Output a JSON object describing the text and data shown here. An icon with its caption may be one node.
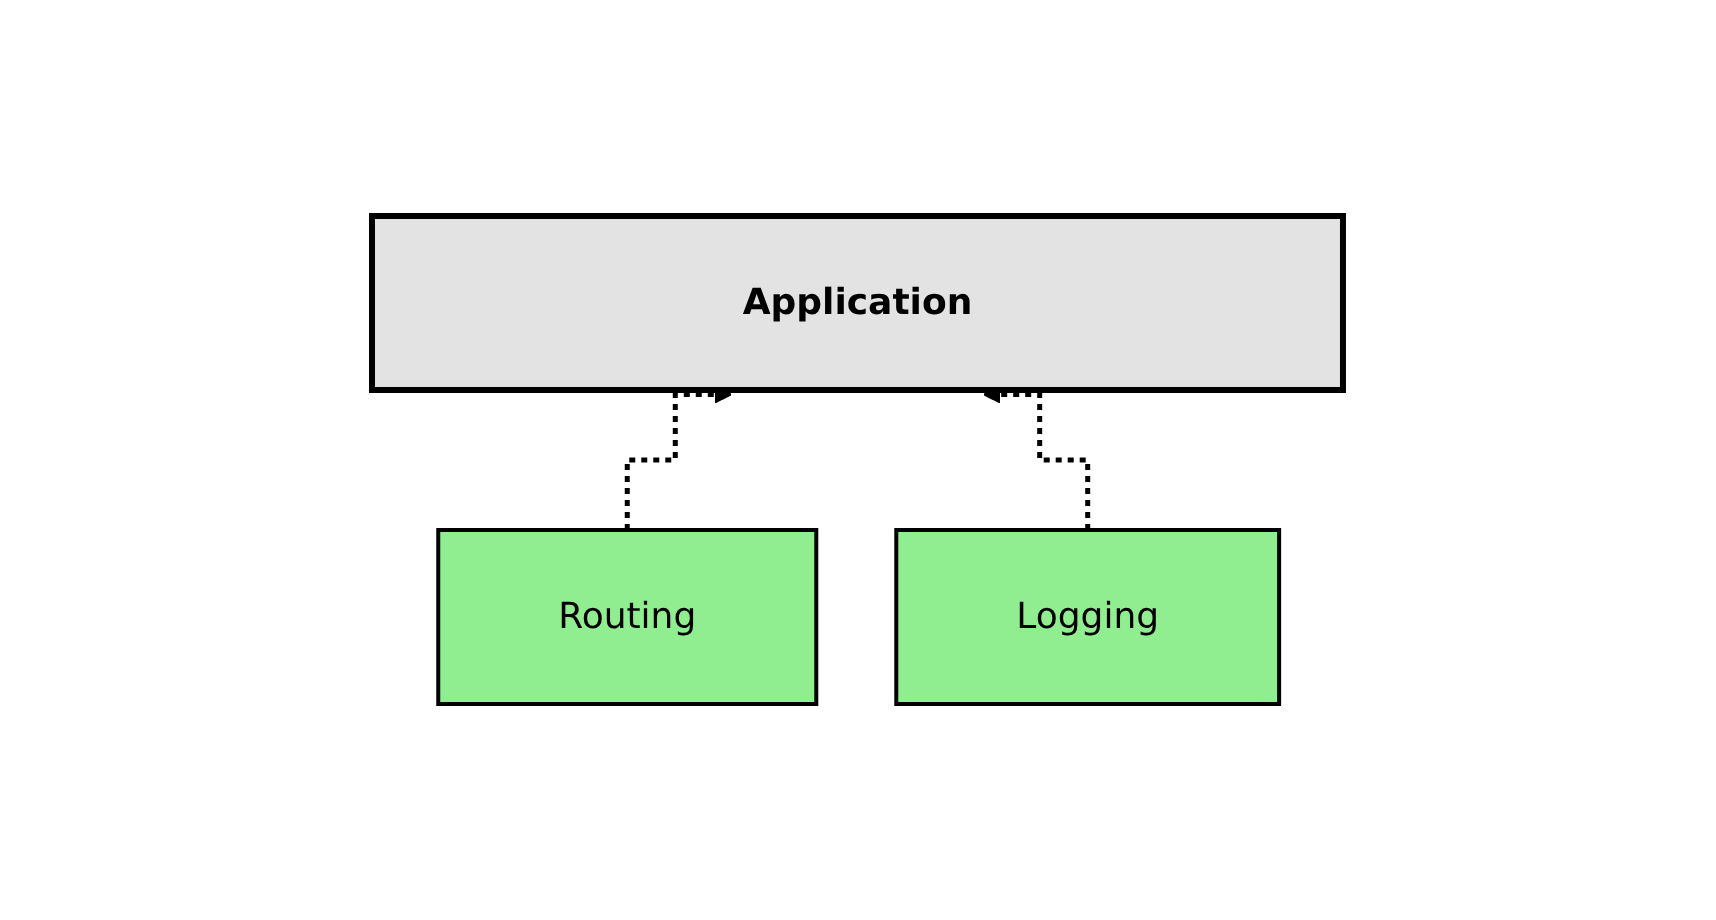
{
  "diagram": {
    "nodes": [
      {
        "text": [
          "Application"
        ]
      },
      {
        "text": [
          "Routing"
        ]
      },
      {
        "text": [
          "Logging"
        ]
      }
    ],
    "edges": [
      {
        "from": 1,
        "to": 0,
        "arrow": "to",
        "style": "dashed"
      },
      {
        "from": 2,
        "to": 0,
        "arrow": "to",
        "style": "dashed"
      }
    ]
  }
}
